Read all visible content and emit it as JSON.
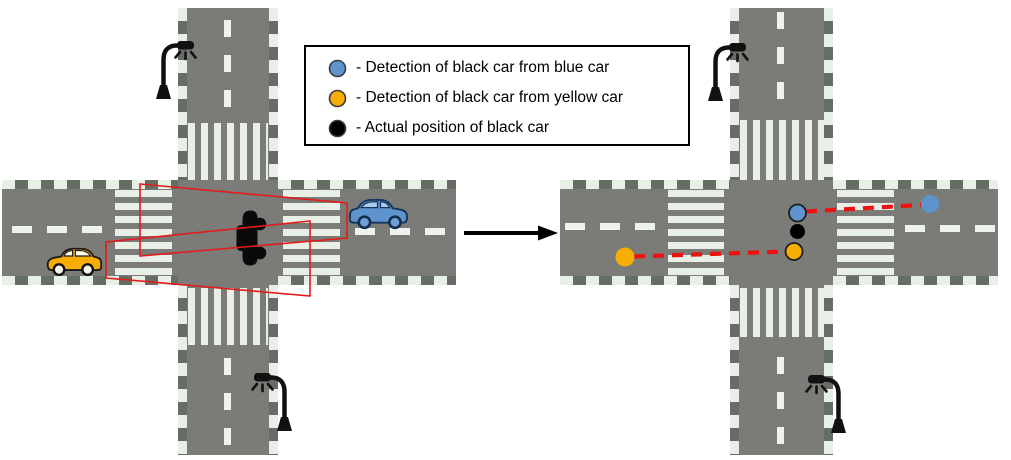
{
  "legend": {
    "items": [
      {
        "id": "detection-from-blue",
        "label": "- Detection of black car from blue car",
        "color": "#5e93ce"
      },
      {
        "id": "detection-from-yellow",
        "label": "- Detection of black car from yellow car",
        "color": "#f6ae05"
      },
      {
        "id": "actual-position",
        "label": "- Actual position of black car",
        "color": "#000000"
      }
    ]
  },
  "colors": {
    "road": "#7b7b77",
    "curb": "#656d65",
    "stripe": "#e8efe7",
    "lane_mark": "#edf2ec",
    "fov_red": "#e41b1b",
    "link_red": "#ee1111",
    "blue": "#5e93ce",
    "yellow": "#f6ae05",
    "black": "#000000"
  }
}
